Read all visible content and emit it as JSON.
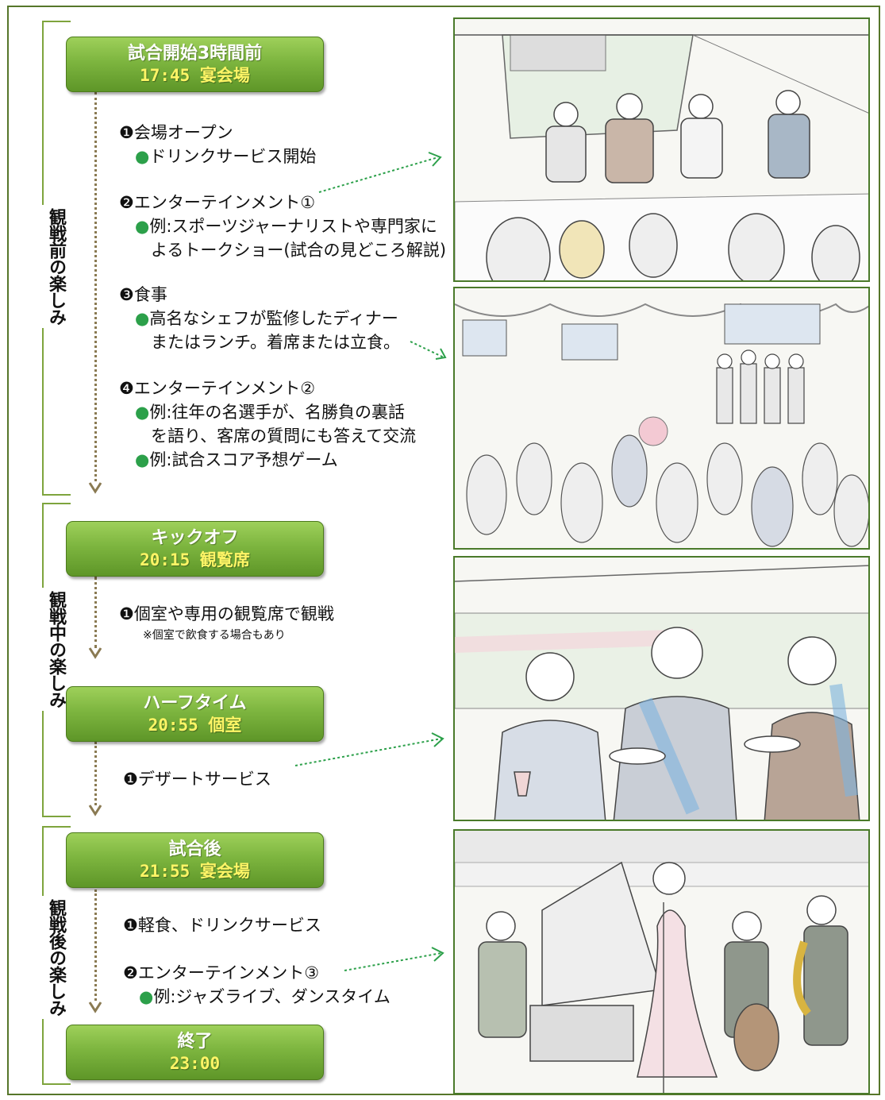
{
  "phases": [
    {
      "label": "観戦前の楽しみ"
    },
    {
      "label": "観戦中の楽しみ"
    },
    {
      "label": "観戦後の楽しみ"
    }
  ],
  "badges": [
    {
      "title": "試合開始3時間前",
      "time": "17:45 宴会場"
    },
    {
      "title": "キックオフ",
      "time": "20:15 観覧席"
    },
    {
      "title": "ハーフタイム",
      "time": "20:55 個室"
    },
    {
      "title": "試合後",
      "time": "21:55 宴会場"
    },
    {
      "title": "終了",
      "time": "23:00"
    }
  ],
  "items": {
    "pre_1": "❶会場オープン",
    "pre_1_sub": "ドリンクサービス開始",
    "pre_2": "❷エンターテインメント①",
    "pre_2_sub1": "例:スポーツジャーナリストや専門家に",
    "pre_2_sub2": "よるトークショー(試合の見どころ解説)",
    "pre_3": "❸食事",
    "pre_3_sub1": "高名なシェフが監修したディナー",
    "pre_3_sub2": "またはランチ。着席または立食。",
    "pre_4": "❹エンターテインメント②",
    "pre_4_sub1": "例:往年の名選手が、名勝負の裏話",
    "pre_4_sub2": "を語り、客席の質問にも答えて交流",
    "pre_4_sub3": "例:試合スコア予想ゲーム",
    "mid_1": "❶個室や専用の観覧席で観戦",
    "mid_1_note": "※個室で飲食する場合もあり",
    "half_1": "❶デザートサービス",
    "post_1": "❶軽食、ドリンクサービス",
    "post_2": "❷エンターテインメント③",
    "post_2_sub": "例:ジャズライブ、ダンスタイム",
    "bullet": "●"
  },
  "colors": {
    "badge_green": "#7db53f",
    "badge_time": "#fff566",
    "bullet_green": "#2ca04a",
    "frame_green": "#56762a"
  }
}
